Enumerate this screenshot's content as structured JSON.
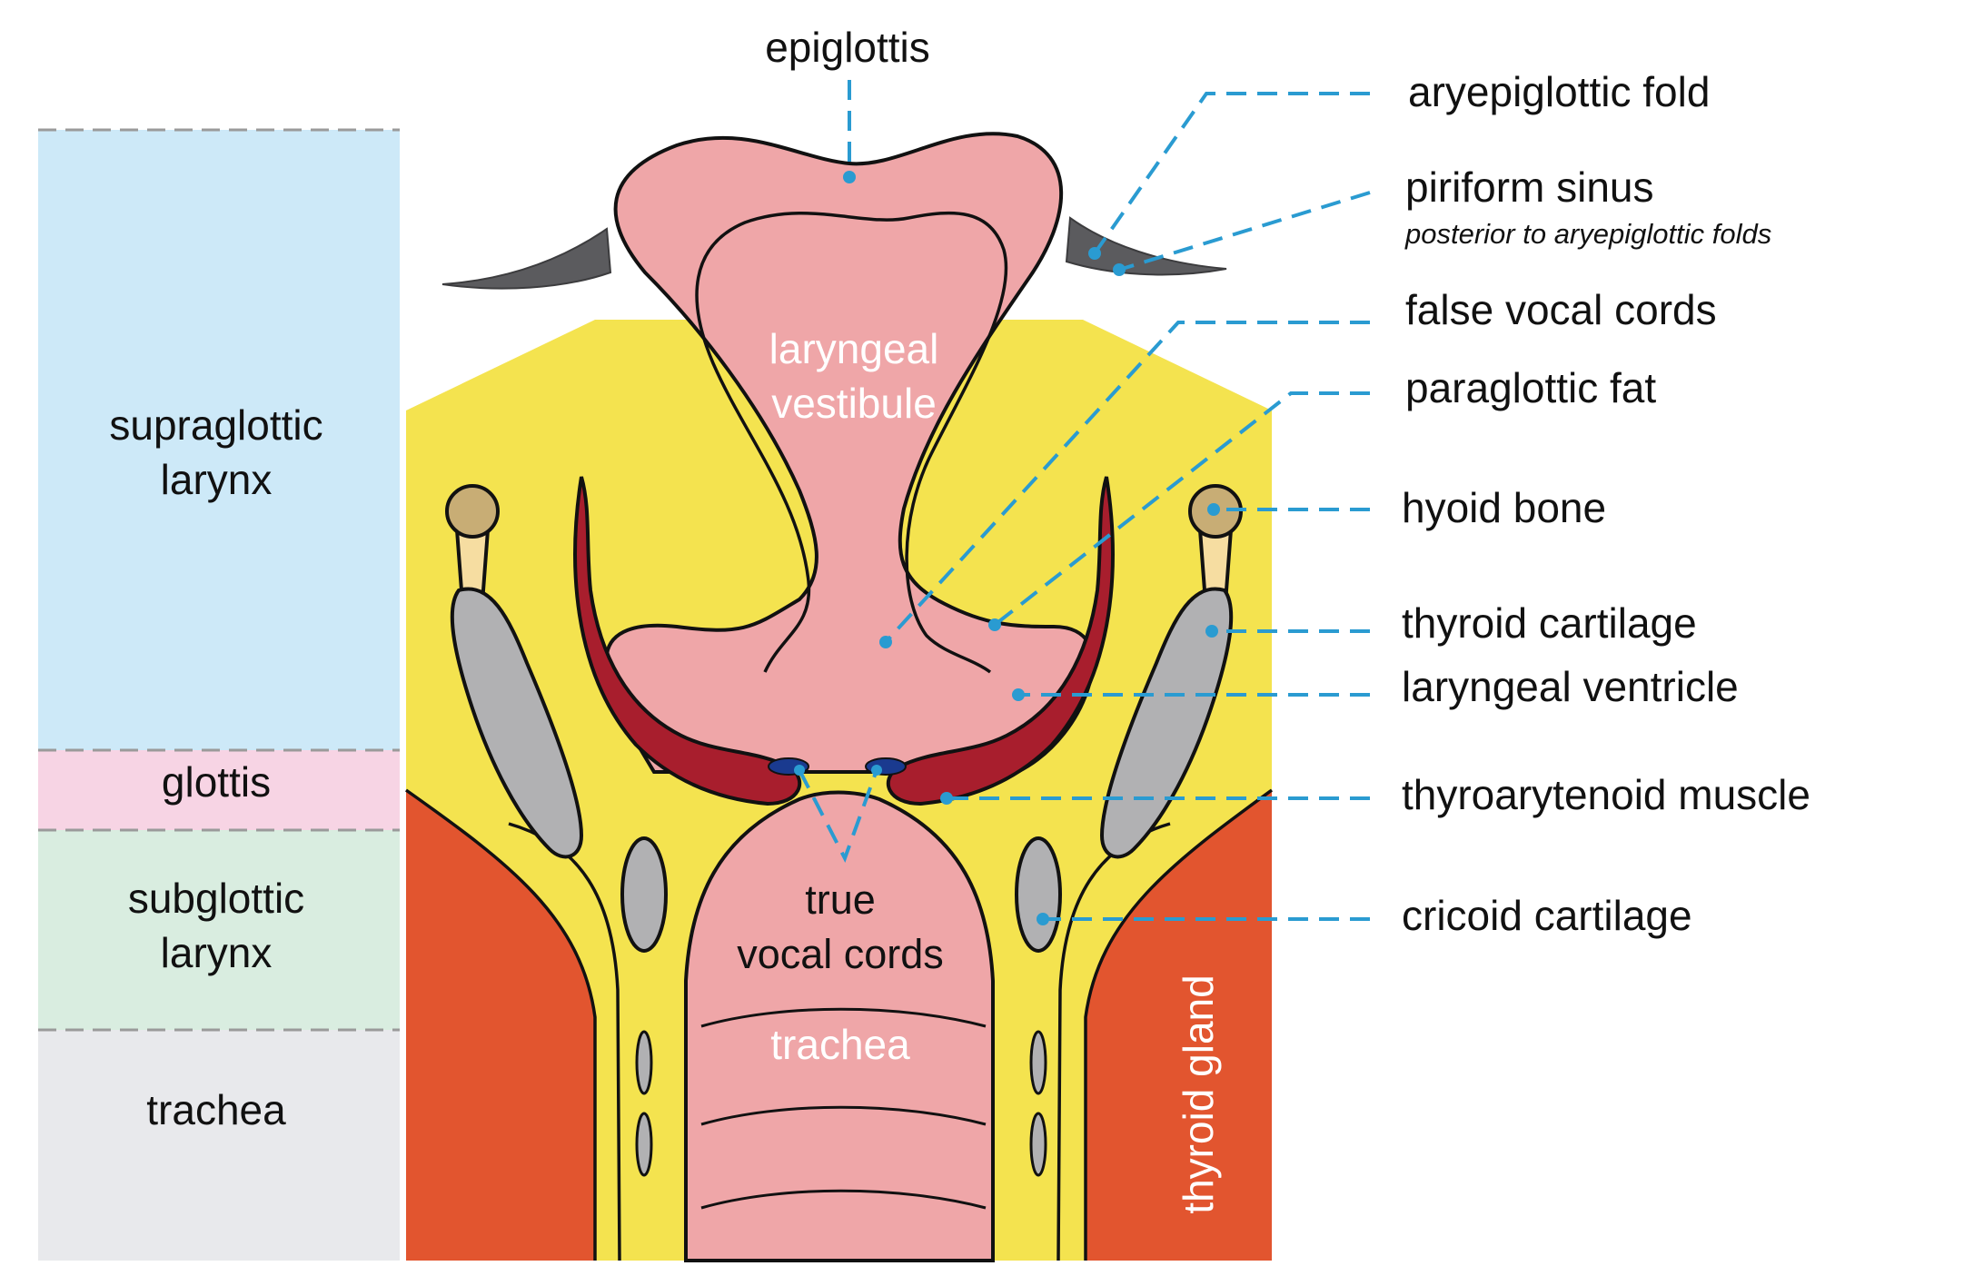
{
  "zones": {
    "supraglottic_line1": "supraglottic",
    "supraglottic_line2": "larynx",
    "glottis": "glottis",
    "subglottic_line1": "subglottic",
    "subglottic_line2": "larynx",
    "trachea": "trachea"
  },
  "inner_labels": {
    "vestibule_line1": "laryngeal",
    "vestibule_line2": "vestibule",
    "true_cords_line1": "true",
    "true_cords_line2": "vocal cords",
    "trachea": "trachea",
    "thyroid_gland": "thyroid gland"
  },
  "callouts": {
    "epiglottis": "epiglottis",
    "aryepiglottic_fold": "aryepiglottic fold",
    "piriform_sinus": "piriform sinus",
    "piriform_sinus_note": "posterior to aryepiglottic folds",
    "false_vocal_cords": "false vocal cords",
    "paraglottic_fat": "paraglottic fat",
    "hyoid_bone": "hyoid bone",
    "thyroid_cartilage": "thyroid cartilage",
    "laryngeal_ventricle": "laryngeal ventricle",
    "thyroarytenoid_muscle": "thyroarytenoid muscle",
    "cricoid_cartilage": "cricoid cartilage"
  },
  "colors": {
    "supraglottic_zone": "#cde9f8",
    "glottis_zone": "#f7d4e4",
    "subglottic_zone": "#d9ede0",
    "trachea_zone": "#e8e9ec",
    "fat": "#f4e34f",
    "mucosa": "#efa6a8",
    "muscle": "#a81e2d",
    "cartilage": "#b1b1b3",
    "thyroid_gland": "#e2552f",
    "leader": "#2a9bd1"
  }
}
